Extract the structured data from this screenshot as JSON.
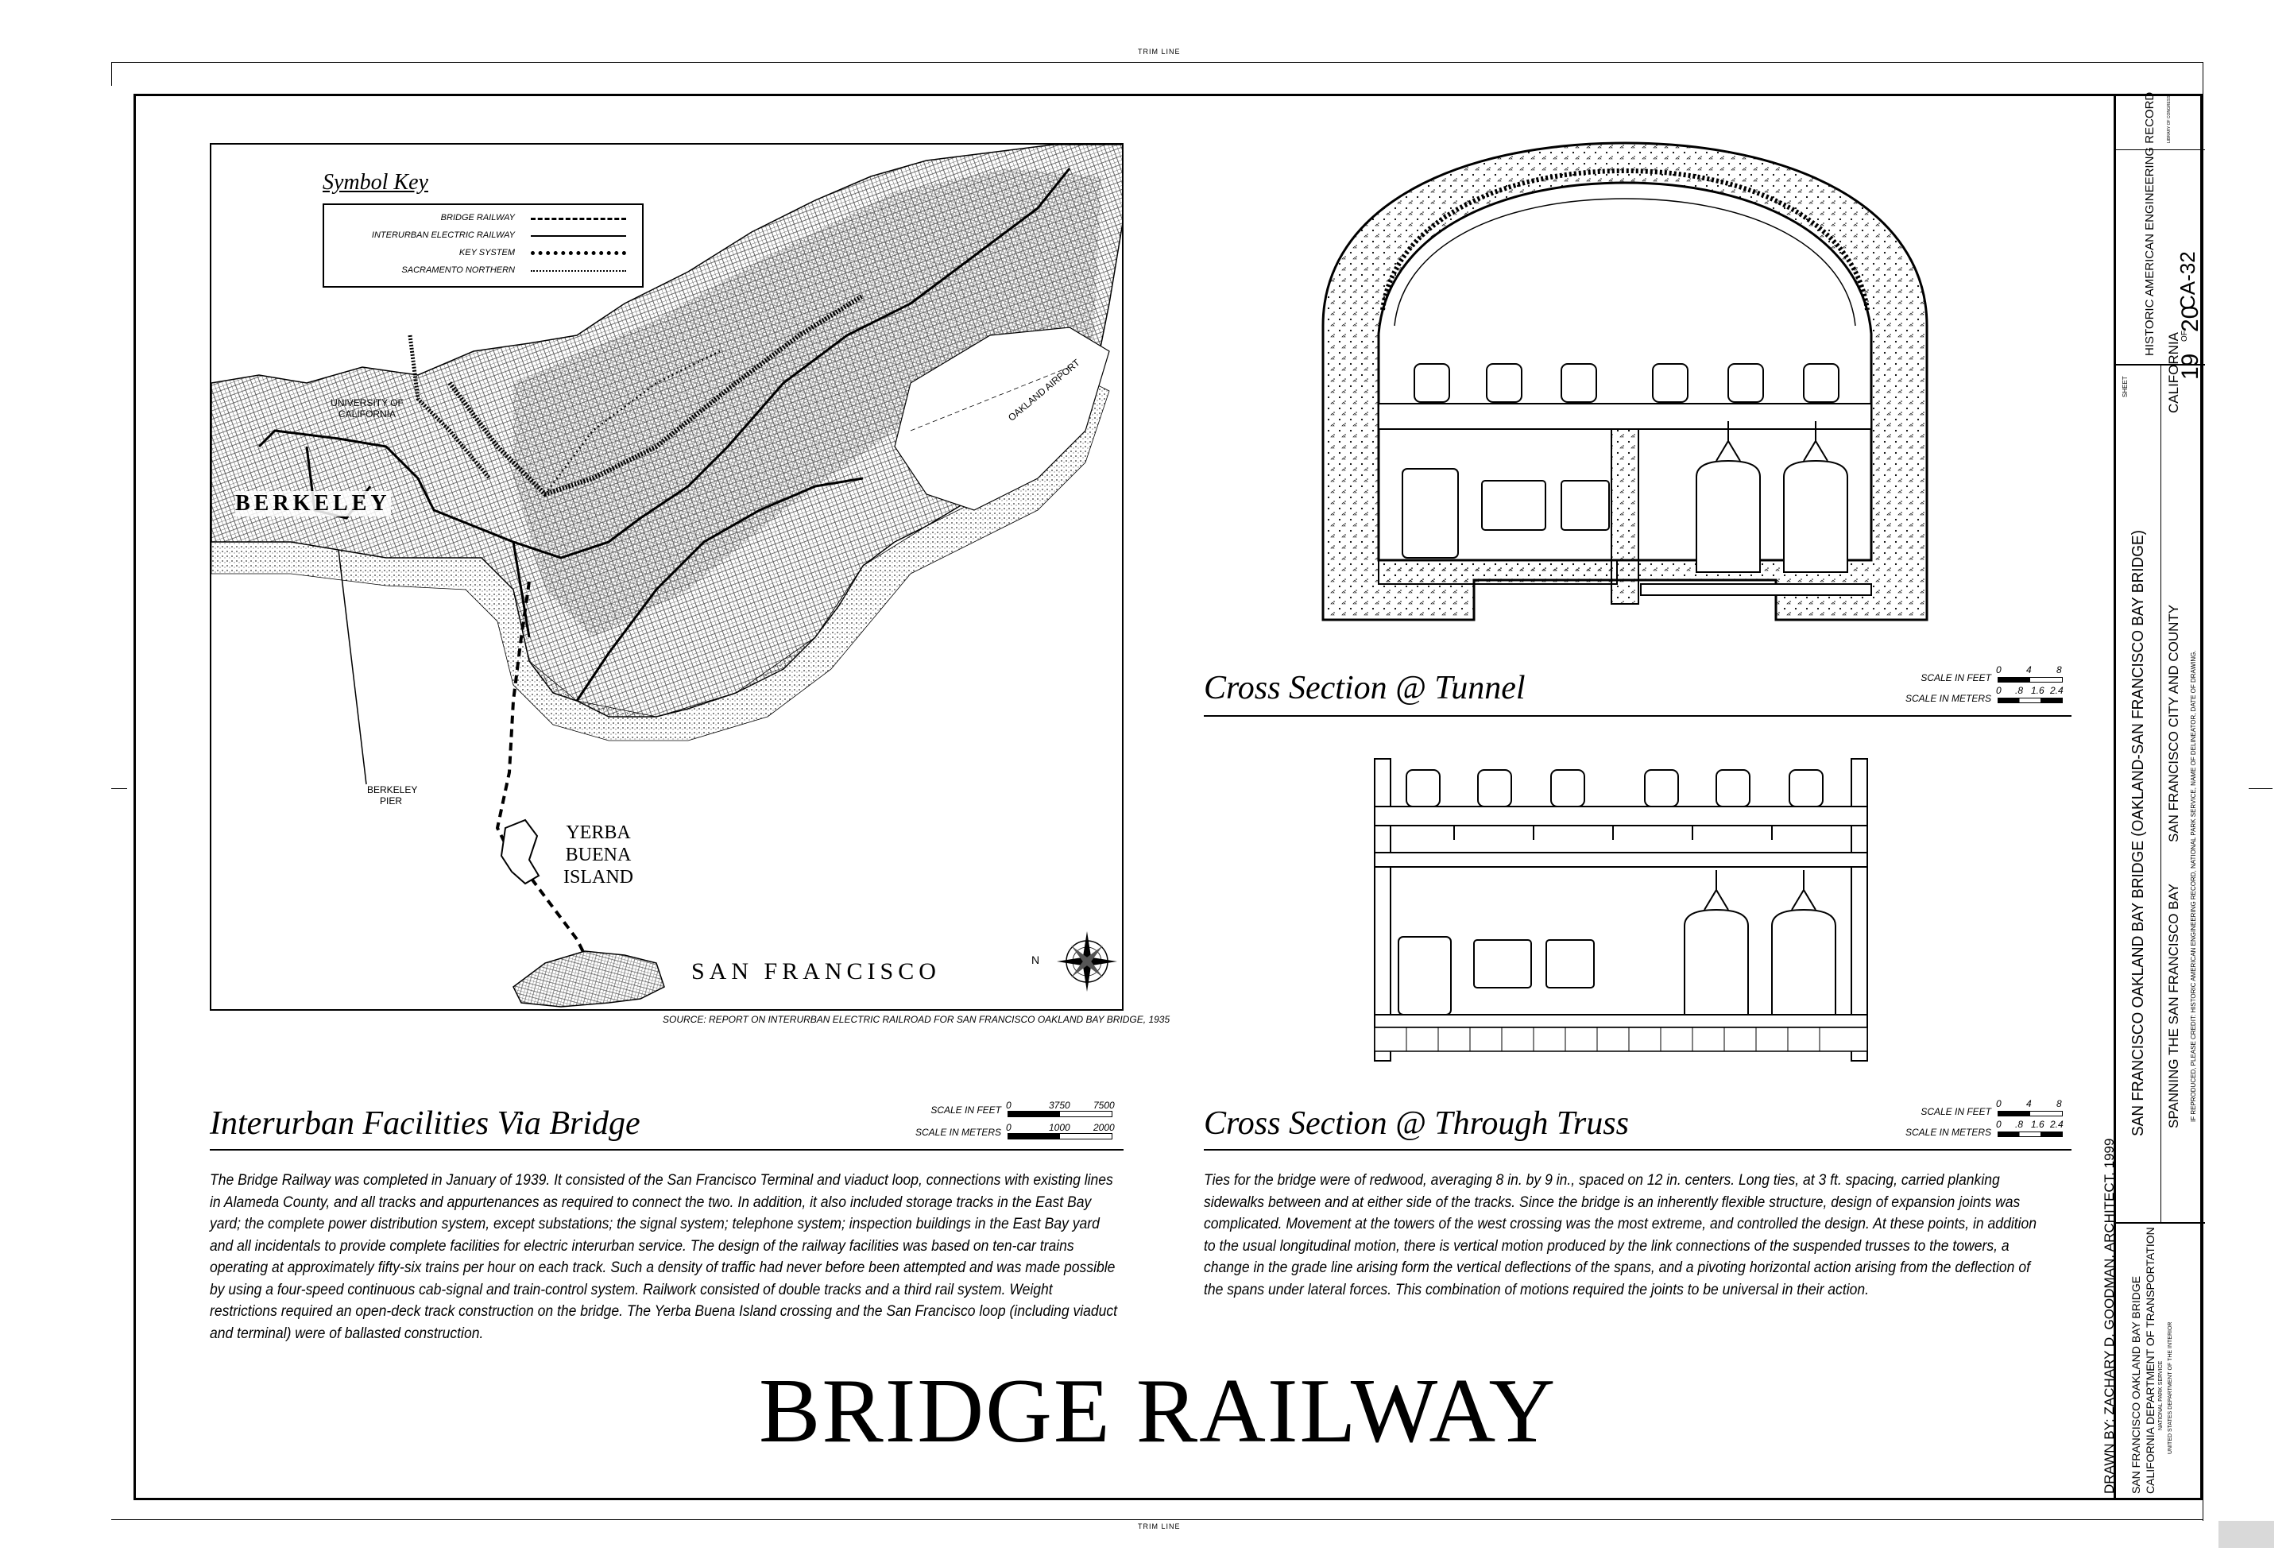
{
  "trim_line_label": "TRIM LINE",
  "symbol_key": {
    "title": "Symbol Key",
    "items": [
      {
        "label": "BRIDGE RAILWAY",
        "style": "dashed"
      },
      {
        "label": "INTERURBAN ELECTRIC RAILWAY",
        "style": "dot-line"
      },
      {
        "label": "KEY SYSTEM",
        "style": "hatched"
      },
      {
        "label": "SACRAMENTO NORTHERN",
        "style": "dotted"
      }
    ]
  },
  "map": {
    "labels": {
      "university": "UNIVERSITY OF CALIFORNIA",
      "berkeley": "BERKELEY",
      "oakland_airport": "OAKLAND AIRPORT",
      "berkeley_pier": "BERKELEY PIER",
      "yerba_buena": "YERBA BUENA ISLAND",
      "san_francisco": "SAN FRANCISCO",
      "north": "N"
    },
    "source": "SOURCE: REPORT ON INTERURBAN ELECTRIC RAILROAD FOR SAN FRANCISCO OAKLAND BAY BRIDGE, 1935"
  },
  "left_panel": {
    "title": "Interurban Facilities Via Bridge",
    "scale_feet_label": "SCALE IN FEET",
    "scale_meters_label": "SCALE IN METERS",
    "scale_feet_ticks": [
      "0",
      "3750",
      "7500"
    ],
    "scale_meters_ticks": [
      "0",
      "1000",
      "2000"
    ],
    "body": "The Bridge Railway was completed in January of 1939. It consisted of the San Francisco Terminal and viaduct loop, connections with existing lines in Alameda County, and all tracks and appurtenances as required to connect the two. In addition, it also included storage tracks in the East Bay yard; the complete power distribution system, except substations; the signal system; telephone system; inspection buildings in the East Bay yard and all incidentals to provide complete facilities for electric interurban service. The design of the railway facilities was based on ten-car trains operating at approximately fifty-six trains per hour on each track. Such a density of traffic had never before been attempted and was made possible by using a four-speed continuous cab-signal and train-control system.  Railwork consisted of double tracks and a third rail system. Weight restrictions required an open-deck track construction on the bridge. The Yerba Buena Island crossing and the San Francisco loop (including viaduct and terminal) were of ballasted construction."
  },
  "tunnel_section": {
    "title": "Cross Section @ Tunnel",
    "scale_feet_label": "SCALE IN FEET",
    "scale_meters_label": "SCALE IN METERS",
    "scale_feet_ticks": [
      "0",
      "4",
      "8"
    ],
    "scale_meters_ticks": [
      "0",
      ".8",
      "1.6",
      "2.4"
    ]
  },
  "truss_section": {
    "title": "Cross Section @ Through Truss",
    "scale_feet_label": "SCALE IN FEET",
    "scale_meters_label": "SCALE IN METERS",
    "scale_feet_ticks": [
      "0",
      "4",
      "8"
    ],
    "scale_meters_ticks": [
      "0",
      ".8",
      "1.6",
      "2.4"
    ],
    "body": "Ties for the bridge were of redwood, averaging 8 in. by 9 in., spaced on 12 in. centers.  Long ties, at 3 ft. spacing, carried planking sidewalks between and at either side of the tracks. Since the bridge is an inherently flexible structure, design of expansion joints was complicated. Movement at the towers of the west crossing was the most extreme, and controlled the design. At these points, in addition to the usual longitudinal motion, there is vertical motion produced by the link connections of the suspended trusses to the towers, a change in the grade line arising form the vertical deflections of the spans, and a pivoting horizontal action arising from the deflection of the spans under lateral forces.  This combination of motions required the joints to be universal in their action."
  },
  "sheet_title": "BRIDGE RAILWAY",
  "title_block": {
    "drawn_by": "DRAWN BY:  ZACHARY D. GOODMAN, ARCHITECT, 1999",
    "agency_line1": "SAN FRANCISCO OAKLAND BAY BRIDGE",
    "agency_line2": "CALIFORNIA DEPARTMENT OF TRANSPORTATION",
    "agency_line3": "NATIONAL PARK SERVICE",
    "agency_line4": "UNITED STATES DEPARTMENT OF THE INTERIOR",
    "structure_name": "SAN FRANCISCO OAKLAND BAY BRIDGE (OAKLAND-SAN FRANCISCO BAY BRIDGE)",
    "location": "SPANNING THE SAN FRANCISCO BAY",
    "county": "SAN FRANCISCO CITY AND COUNTY",
    "state": "CALIFORNIA",
    "credit_note": "IF REPRODUCED, PLEASE CREDIT: HISTORIC AMERICAN ENGINEERING RECORD, NATIONAL PARK SERVICE, NAME OF DELINEATOR, DATE OF DRAWING.",
    "sheet_label": "SHEET",
    "sheet_number": "19",
    "sheet_of": "OF",
    "sheet_total": "20",
    "program": "HISTORIC AMERICAN ENGINEERING RECORD",
    "record_number": "CA-32",
    "stamp": "LIBRARY OF CONGRESS"
  }
}
